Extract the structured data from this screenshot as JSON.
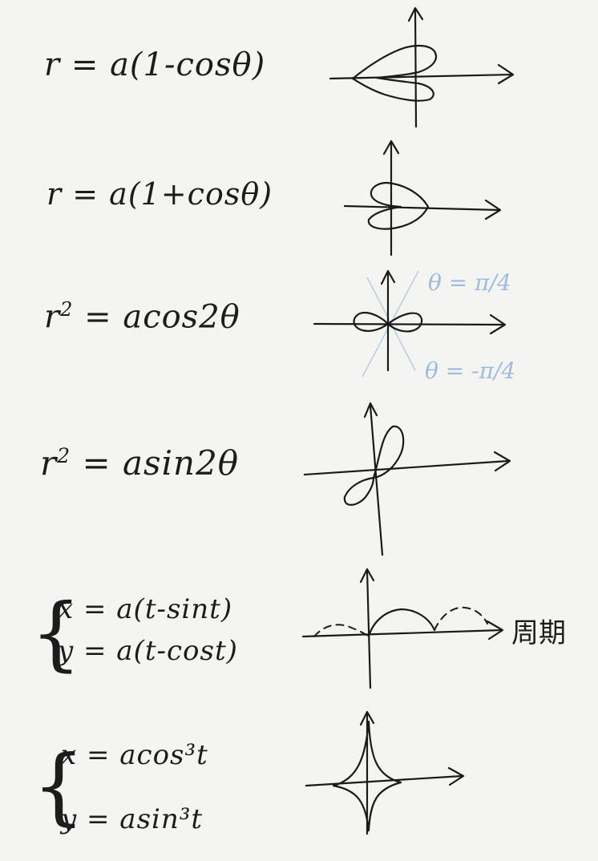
{
  "equations": {
    "eq1": "r = a(1-cosθ)",
    "eq2": "r = a(1+cosθ)",
    "eq3_base": "r",
    "eq3_exp": "2",
    "eq3_rest": " = acos2θ",
    "eq4_base": "r",
    "eq4_exp": "2",
    "eq4_rest": " = asin2θ",
    "eq5_x": "x = a(t-sint)",
    "eq5_y": "y = a(t-cost)",
    "eq6_x": "x = acos³t",
    "eq6_y": "y = asin³t"
  },
  "annotations": {
    "theta_pos": "θ = π/4",
    "theta_neg": "θ = -π/4",
    "cycloid_note": "周期"
  },
  "colors": {
    "ink": "#1a1a1a",
    "paper": "#f4f4f1",
    "blue_annotation": "#9fbbe0"
  }
}
